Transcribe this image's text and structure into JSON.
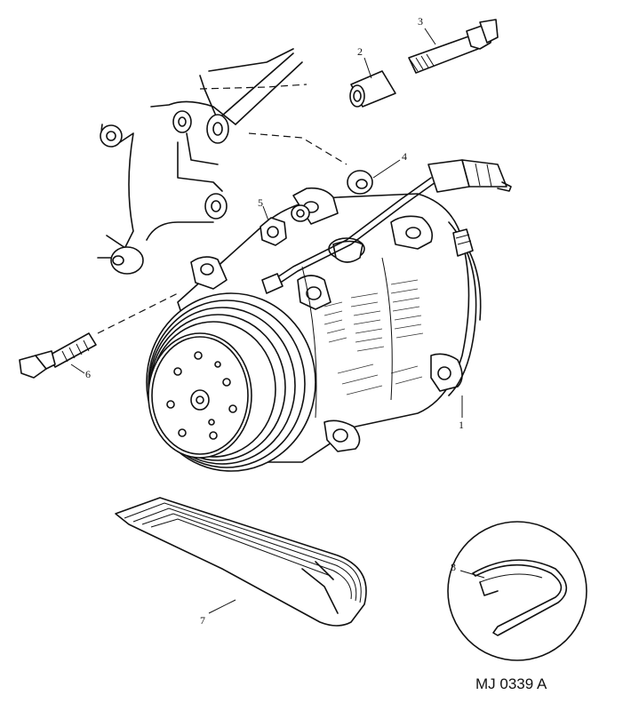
{
  "figure": {
    "reference_code": "MJ 0339 A"
  },
  "callouts": [
    {
      "id": "1",
      "label": "1"
    },
    {
      "id": "2",
      "label": "2"
    },
    {
      "id": "3",
      "label": "3"
    },
    {
      "id": "4",
      "label": "4"
    },
    {
      "id": "5",
      "label": "5"
    },
    {
      "id": "6",
      "label": "6"
    },
    {
      "id": "7",
      "label": "7"
    },
    {
      "id": "8",
      "label": "8"
    }
  ]
}
